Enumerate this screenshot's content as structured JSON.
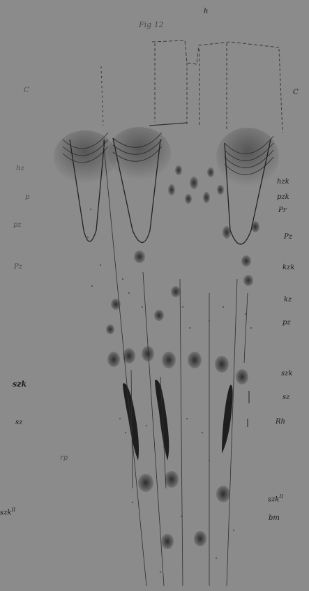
{
  "figure": {
    "title": "Fig 12"
  },
  "labels": {
    "h": "h",
    "C_left": "C",
    "C_right": "C",
    "hz": "hz",
    "p": "p",
    "pz_left": "pz",
    "Pz_left": "Pz",
    "hzk": "hzk",
    "pzk": "pzk",
    "Pr": "Pr",
    "Pz_right": "Pz",
    "kzk": "kzk",
    "kz": "kz",
    "pz_right": "pz",
    "szk_left": "szk",
    "sz_left": "sz",
    "szk_right": "szk",
    "sz_right": "sz",
    "Rh": "Rh",
    "rp": "rp",
    "szk2_left": "szk",
    "szk2_right": "szk",
    "bm": "bm",
    "roman2": "II"
  },
  "colors": {
    "background": "#8b8b8b",
    "ink": "#1a1a1a"
  }
}
